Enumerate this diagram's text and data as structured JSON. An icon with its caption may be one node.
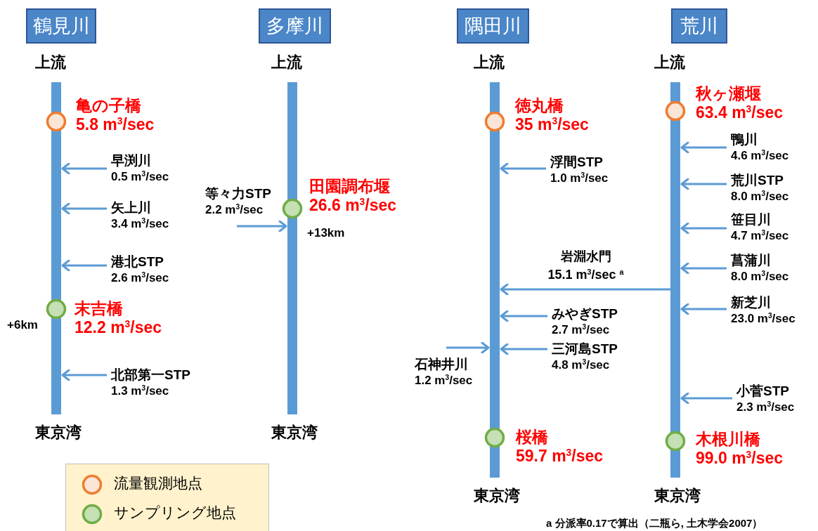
{
  "diagram": {
    "nodes": [
      {
        "text": [
          "鶴見川"
        ]
      },
      {
        "text": [
          "多摩川"
        ]
      },
      {
        "text": [
          "隅田川"
        ]
      },
      {
        "text": [
          "荒川"
        ]
      },
      {
        "text": [],
        "shape": "bar",
        "beside": [
          "上流",
          "東京湾"
        ]
      },
      {
        "text": [
          "亀の子橋",
          "5.8 m$^{3}$/sec"
        ]
      },
      {
        "text": [
          "早渕川",
          "0.5 m$^{3}$/sec"
        ]
      },
      {
        "text": [
          "矢上川",
          "3.4 m$^{3}$/sec"
        ]
      },
      {
        "text": [
          "港北STP",
          "2.6 m$^{3}$/sec"
        ]
      },
      {
        "text": [
          "末吉橋",
          "12.2 m$^{3}$/sec"
        ]
      },
      {
        "text": [
          "北部第一STP",
          "1.3 m$^{3}$/sec"
        ]
      },
      {
        "text": [],
        "shape": "bar",
        "beside": [
          "上流",
          "東京湾"
        ]
      },
      {
        "text": [
          "等々力STP",
          "2.2 m$^{3}$/sec"
        ]
      },
      {
        "text": [
          "田園調布堰",
          "26.6 m$^{3}$/sec"
        ]
      },
      {
        "text": [],
        "shape": "bar",
        "beside": [
          "上流",
          "東京湾"
        ]
      },
      {
        "text": [
          "徳丸橋",
          "35 m$^{3}$/sec"
        ]
      },
      {
        "text": [
          "浮間STP",
          "1.0 m$^{3}$/sec"
        ]
      },
      {
        "text": [
          "みやぎSTP",
          "2.7 m$^{3}$/sec"
        ]
      },
      {
        "text": [
          "石神井川",
          "1.2 m$^{3}$/sec"
        ]
      },
      {
        "text": [
          "三河島STP",
          "4.8 m$^{3}$/sec"
        ]
      },
      {
        "text": [
          "桜橋",
          "59.7 m$^{3}$/sec"
        ]
      },
      {
        "text": [],
        "shape": "bar",
        "beside": [
          "上流",
          "東京湾"
        ]
      },
      {
        "text": [
          "秋ヶ瀬堰",
          "63.4 m$^{3}$/sec"
        ]
      },
      {
        "text": [
          "鴨川",
          "4.6 m$^{3}$/sec"
        ]
      },
      {
        "text": [
          "荒川STP",
          "8.0 m$^{3}$/sec"
        ]
      },
      {
        "text": [
          "笹目川",
          "4.7 m$^{3}$/sec"
        ]
      },
      {
        "text": [
          "菖蒲川",
          "8.0 m$^{3}$/sec"
        ]
      },
      {
        "text": [
          "新芝川",
          "23.0 m$^{3}$/sec"
        ]
      },
      {
        "text": [
          "小菅STP",
          "2.3 m$^{3}$/sec"
        ]
      },
      {
        "text": [
          "木根川橋",
          "99.0 m$^{3}$/sec"
        ]
      }
    ],
    "edges": [
      {
        "from": 6,
        "to": 4,
        "arrow": "to"
      },
      {
        "from": 7,
        "to": 4,
        "arrow": "to"
      },
      {
        "from": 8,
        "to": 4,
        "arrow": "to"
      },
      {
        "from": 10,
        "to": 4,
        "arrow": "to"
      },
      {
        "from": 12,
        "to": 11,
        "arrow": "to"
      },
      {
        "from": 16,
        "to": 14,
        "arrow": "to"
      },
      {
        "from": 21,
        "to": 14,
        "arrow": "to",
        "label": "岩淵水門 15.1  m$^{3}$/sec $^{a}$"
      },
      {
        "from": 17,
        "to": 14,
        "arrow": "to"
      },
      {
        "from": 18,
        "to": 14,
        "arrow": "to"
      },
      {
        "from": 19,
        "to": 14,
        "arrow": "to"
      },
      {
        "from": 23,
        "to": 21,
        "arrow": "to"
      },
      {
        "from": 24,
        "to": 21,
        "arrow": "to"
      },
      {
        "from": 25,
        "to": 21,
        "arrow": "to"
      },
      {
        "from": 26,
        "to": 21,
        "arrow": "to"
      },
      {
        "from": 27,
        "to": 21,
        "arrow": "to"
      },
      {
        "from": 28,
        "to": 21,
        "arrow": "to"
      }
    ],
    "labels": [
      "+13km",
      "+6km",
      "a 分派率0.17で算出（二瓶ら, 土木学会2007）"
    ],
    "legend": [
      {
        "text": "流量観測地点",
        "color": "#fbe5d6"
      },
      {
        "text": "サンプリング地点",
        "color": "#c5e0b4"
      }
    ]
  }
}
